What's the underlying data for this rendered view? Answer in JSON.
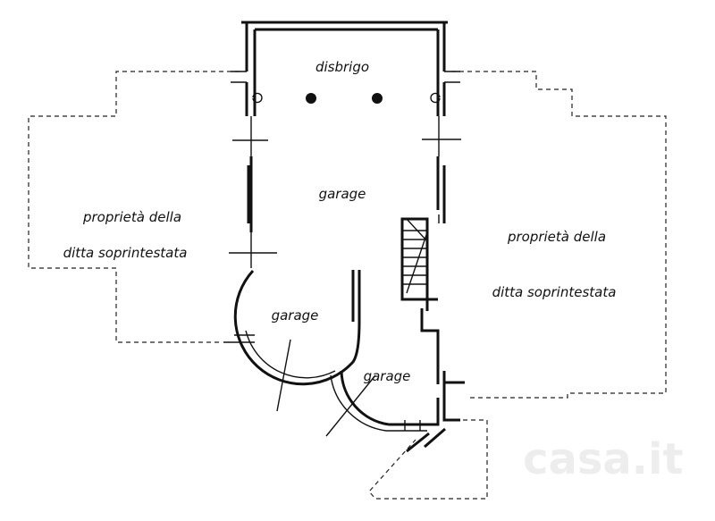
{
  "rooms": {
    "disbrigo": "disbrigo",
    "garage_main": "garage",
    "garage_round_left": "garage",
    "garage_round_right": "garage"
  },
  "neighbors": {
    "left_line1": "proprietà della",
    "left_line2": "ditta soprintestata",
    "right_line1": "proprietà della",
    "right_line2": "ditta soprintestata"
  },
  "watermark": "casa.it"
}
